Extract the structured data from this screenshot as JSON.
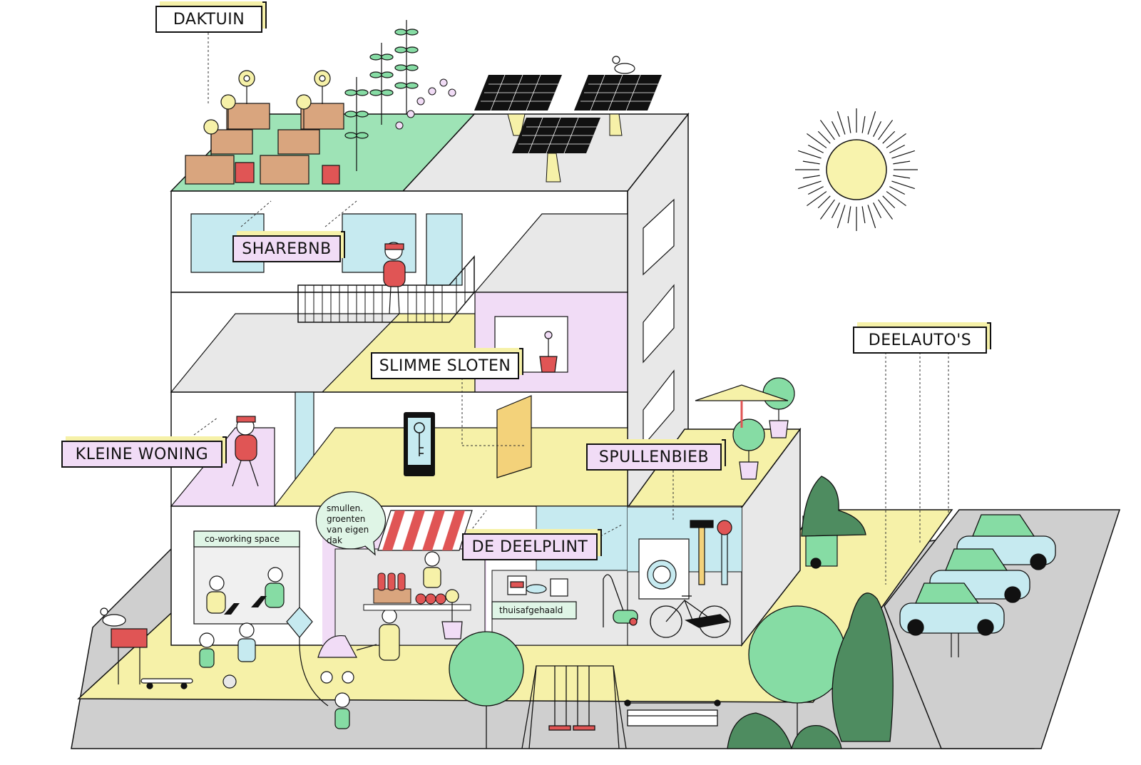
{
  "labels": {
    "daktuin": "DAKTUIN",
    "sharebnb": "SHAREBNB",
    "slimme_sloten": "SLIMME SLOTEN",
    "kleine_woning": "KLEINE WONING",
    "spullenbieb": "SPULLENBIEB",
    "de_deelplint": "DE DEELPLINT",
    "deelautos": "DEELAUTO'S"
  },
  "signs": {
    "coworking": "co-working space",
    "thuisafgehaald": "thuisafgehaald"
  },
  "speech_bubble": [
    "smullen.",
    "groenten",
    "van eigen",
    "dak"
  ],
  "colors": {
    "line": "#111111",
    "yellow": "#f6f1a8",
    "green": "#86dca4",
    "dark_green": "#4e8c60",
    "pink": "#f1dcf6",
    "blue": "#c6eaf0",
    "grey": "#cfcfcf",
    "light_grey": "#e8e8e8",
    "red": "#e05555",
    "tan": "#d9a57e",
    "sun": "#f8f3ad"
  }
}
